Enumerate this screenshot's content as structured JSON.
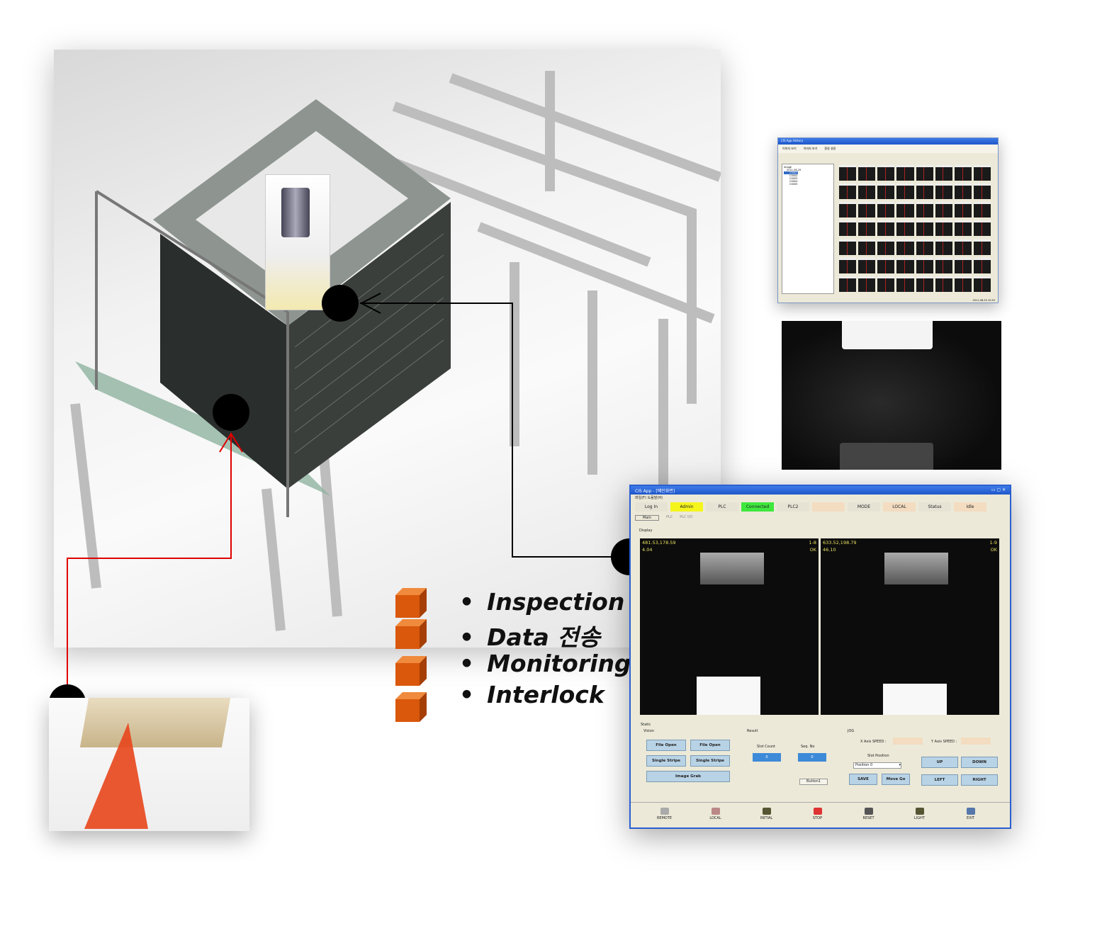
{
  "features": [
    "Inspection",
    "Data 전송",
    "Monitoring",
    "Interlock"
  ],
  "colors": {
    "connector_black": "#000000",
    "connector_red": "#e00000",
    "cube_orange": "#d9580c"
  },
  "app": {
    "title": "CIS App - [메인화면]",
    "menu": "파일(F)  도움말(H)",
    "status_bar": [
      {
        "label": "Log In"
      },
      {
        "label": "Admin",
        "color": "#f5f51c"
      },
      {
        "label": "PLC"
      },
      {
        "label": "Connected",
        "color": "#3ee83e"
      },
      {
        "label": "PLC2"
      },
      {
        "label": "",
        "color": "#f3dcc0"
      },
      {
        "label": "MODE"
      },
      {
        "label": "LOCAL",
        "color": "#f3dcc0"
      },
      {
        "label": "Status"
      },
      {
        "label": "Idle",
        "color": "#f3dcc0"
      }
    ],
    "tabs": [
      "Main",
      "PLC",
      "PLC I/O"
    ],
    "display_label": "Display",
    "views": [
      {
        "coords": "481.53,178.59",
        "value": "4.04",
        "slot": "1-8",
        "result": "OK"
      },
      {
        "coords": "633.52,198.79",
        "value": "46.10",
        "slot": "1-9",
        "result": "OK"
      }
    ],
    "static_label": "Static",
    "vision": {
      "label": "Vision",
      "buttons": [
        "File Open",
        "File Open",
        "Single Stripe",
        "Single Stripe",
        "Image Grab"
      ]
    },
    "result": {
      "label": "Result",
      "slot_count_label": "Slot Count",
      "slot_count": "0",
      "seq_label": "Seq. No",
      "seq": "0",
      "button": "Button1"
    },
    "jog": {
      "label": "JOG",
      "x_speed_label": "X Axis SPEED :",
      "y_speed_label": "Y Axis SPEED :",
      "slot_position_label": "Slot Position",
      "position_select": "Position 0",
      "save": "SAVE",
      "move_go": "Move Go",
      "up": "UP",
      "down": "DOWN",
      "left": "LEFT",
      "right": "RIGHT"
    },
    "bottom": [
      "REMOTE",
      "LOCAL",
      "INITIAL",
      "STOP",
      "RESET",
      "LIGHT",
      "EXIT"
    ]
  },
  "history": {
    "title": "CIS App History",
    "toolbar": [
      "이미지 보기",
      "이미지 보기",
      "환경 설정"
    ],
    "tree": [
      "Image",
      "2011-08-25",
      "C0001",
      "C0002",
      "C0003",
      "C0004",
      "C0005"
    ],
    "footer": "2011-08-25 15:53"
  }
}
